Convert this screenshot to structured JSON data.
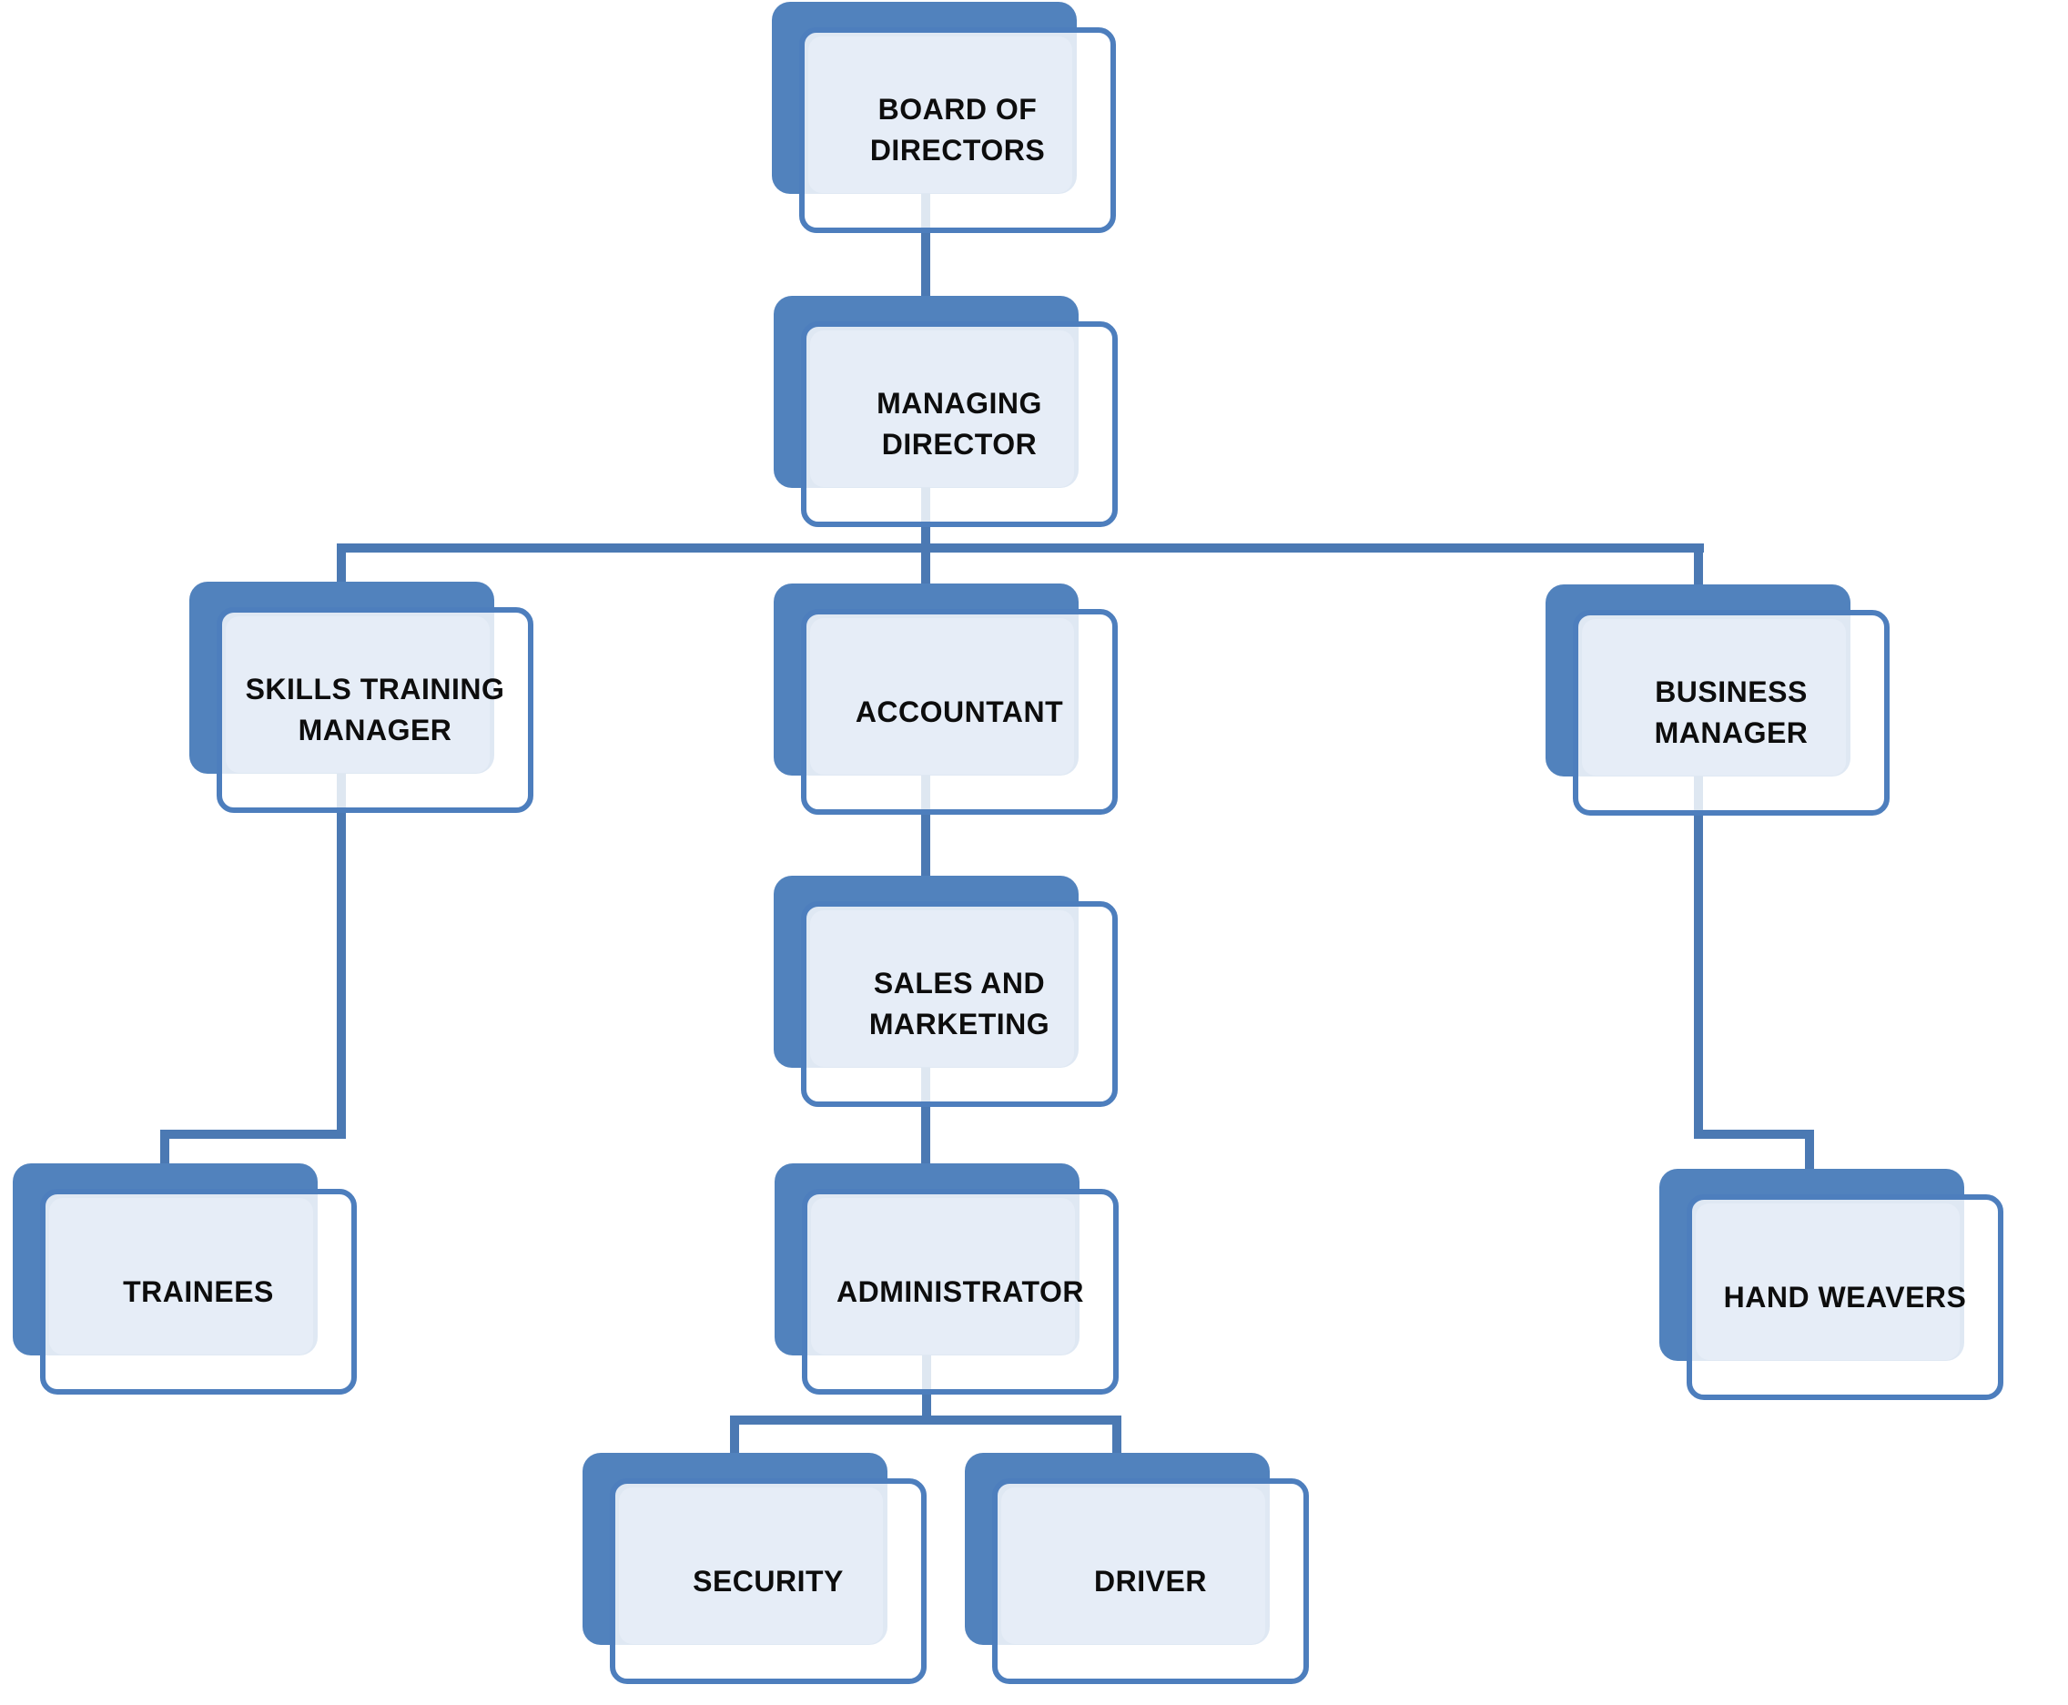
{
  "org_chart": {
    "nodes": {
      "board_of_directors": {
        "label": "BOARD OF\nDIRECTORS"
      },
      "managing_director": {
        "label": "MANAGING\nDIRECTOR"
      },
      "skills_training_manager": {
        "label": "SKILLS TRAINING\nMANAGER"
      },
      "accountant": {
        "label": "ACCOUNTANT"
      },
      "business_manager": {
        "label": "BUSINESS\nMANAGER"
      },
      "sales_and_marketing": {
        "label": "SALES AND\nMARKETING"
      },
      "trainees": {
        "label": "TRAINEES"
      },
      "administrator": {
        "label": "ADMINISTRATOR"
      },
      "hand_weavers": {
        "label": "HAND WEAVERS"
      },
      "security": {
        "label": "SECURITY"
      },
      "driver": {
        "label": "DRIVER"
      }
    },
    "edges": [
      {
        "from": "board_of_directors",
        "to": "managing_director"
      },
      {
        "from": "managing_director",
        "to": "skills_training_manager"
      },
      {
        "from": "managing_director",
        "to": "accountant"
      },
      {
        "from": "managing_director",
        "to": "business_manager"
      },
      {
        "from": "skills_training_manager",
        "to": "trainees"
      },
      {
        "from": "accountant",
        "to": "sales_and_marketing"
      },
      {
        "from": "sales_and_marketing",
        "to": "administrator"
      },
      {
        "from": "administrator",
        "to": "security"
      },
      {
        "from": "administrator",
        "to": "driver"
      },
      {
        "from": "business_manager",
        "to": "hand_weavers"
      }
    ],
    "colors": {
      "shape_fill_blue": "#5182bd",
      "shape_border_blue": "#4d7ebd",
      "connector_blue": "#4b79b3",
      "inner_panel": "#e8eef7",
      "label_text": "#0d0d0d",
      "background": "#ffffff"
    }
  }
}
